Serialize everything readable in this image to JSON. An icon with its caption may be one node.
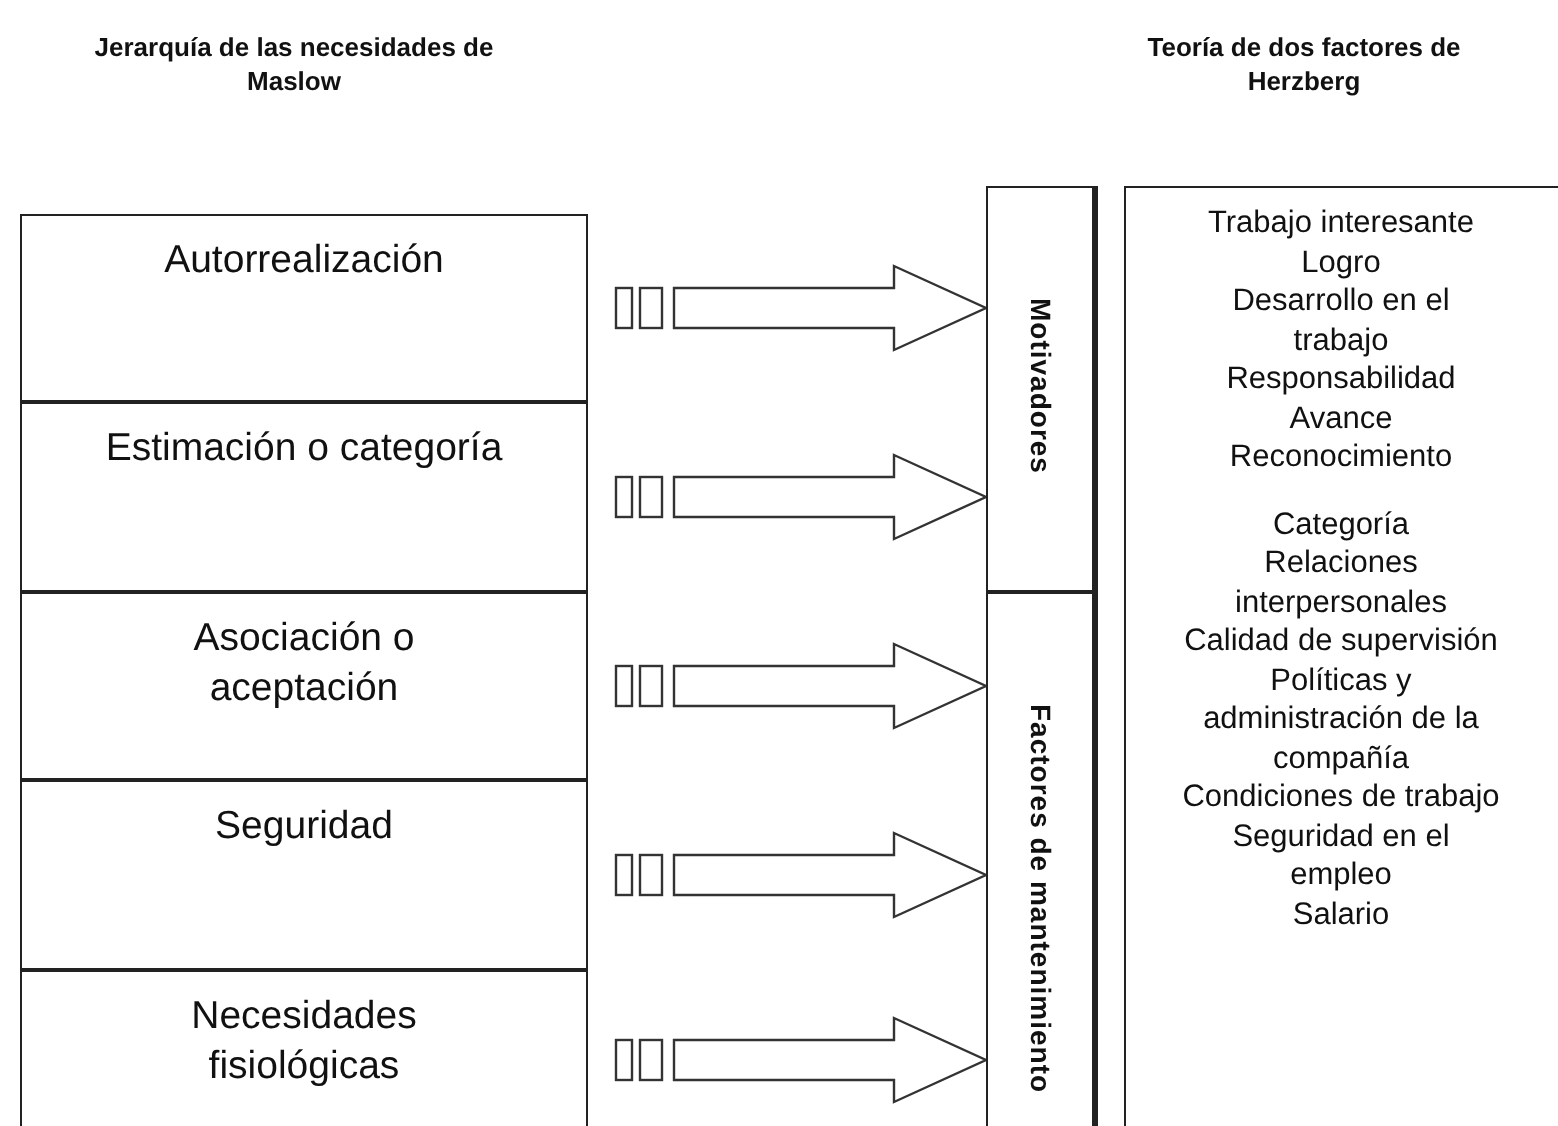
{
  "diagram": {
    "nodes": [
      {
        "text": [
          "Autorrealización"
        ]
      },
      {
        "text": [
          "Estimación o categoría"
        ]
      },
      {
        "text": [
          "Asociación o aceptación"
        ]
      },
      {
        "text": [
          "Seguridad"
        ]
      },
      {
        "text": [
          "Necesidades fisiológicas"
        ]
      },
      {
        "text": [
          "Motivadores"
        ]
      },
      {
        "text": [
          "Factores de mantenimiento"
        ]
      },
      {
        "text": [
          "Trabajo interesante",
          "Logro",
          "Desarrollo en el trabajo",
          "Responsabilidad",
          "Avance",
          "Reconocimiento",
          "Categoría",
          "Relaciones interpersonales",
          "Calidad de supervisión",
          "Políticas y administración de la compañía",
          "Condiciones de trabajo",
          "Seguridad en el empleo",
          "Salario"
        ]
      }
    ],
    "edges": [
      {
        "from": 0,
        "to": 5,
        "arrow": "to"
      },
      {
        "from": 1,
        "to": 5,
        "arrow": "to"
      },
      {
        "from": 2,
        "to": 6,
        "arrow": "to"
      },
      {
        "from": 3,
        "to": 6,
        "arrow": "to"
      },
      {
        "from": 4,
        "to": 6,
        "arrow": "to"
      }
    ],
    "labels": [
      "Jerarquía de las necesidades de Maslow",
      "Teoría de dos factores de Herzberg"
    ]
  }
}
